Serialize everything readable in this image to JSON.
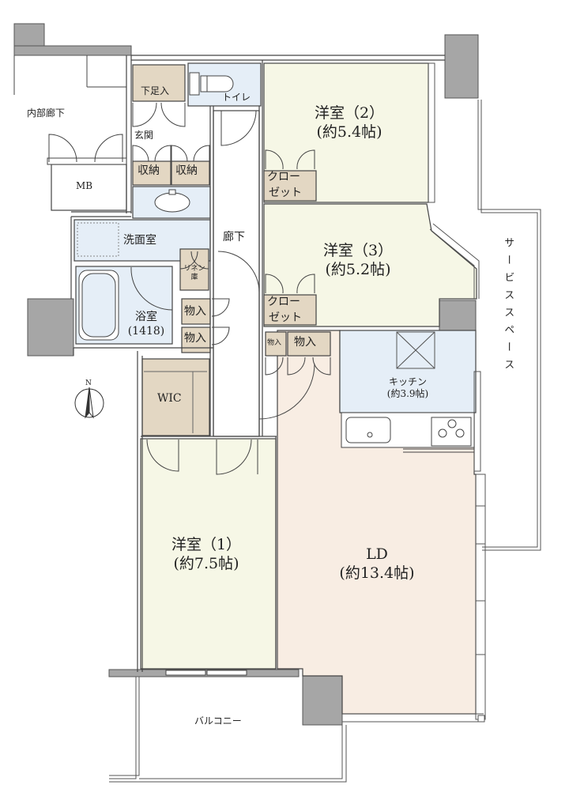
{
  "rooms": {
    "western1": {
      "name": "洋室（1）",
      "size": "(約7.5帖)"
    },
    "western2": {
      "name": "洋室（2）",
      "size": "(約5.4帖)"
    },
    "western3": {
      "name": "洋室（3）",
      "size": "(約5.2帖)"
    },
    "ld": {
      "name": "LD",
      "size": "(約13.4帖)"
    },
    "kitchen": {
      "name": "キッチン",
      "size": "(約3.9帖)"
    },
    "bath": {
      "name": "浴室",
      "size": "(1418)"
    }
  },
  "labels": {
    "inner_corridor": "内部廊下",
    "mb": "MB",
    "genkan": "玄関",
    "shoes": "下足入",
    "toilet": "トイレ",
    "storage1": "収納",
    "storage2": "収納",
    "washroom": "洗面室",
    "hallway": "廊下",
    "linen1": "リネン",
    "linen2": "庫",
    "closet_a1": "クロー",
    "closet_a2": "ゼット",
    "closet_b1": "クロー",
    "closet_b2": "ゼット",
    "store1": "物入",
    "store2": "物入",
    "store3": "物入",
    "store4_small": "物入",
    "wic": "WIC",
    "balcony": "バルコニー",
    "service_space": "サービススペース",
    "north": "N"
  },
  "colors": {
    "wall": "#a9a9a9",
    "wall_dark": "#8c8c8c",
    "room_yellow": "#f6f7e6",
    "ld_pink": "#f8ede3",
    "wet_blue": "#e5eef7",
    "storage_tan": "#e3d7c3",
    "line": "#333333"
  }
}
